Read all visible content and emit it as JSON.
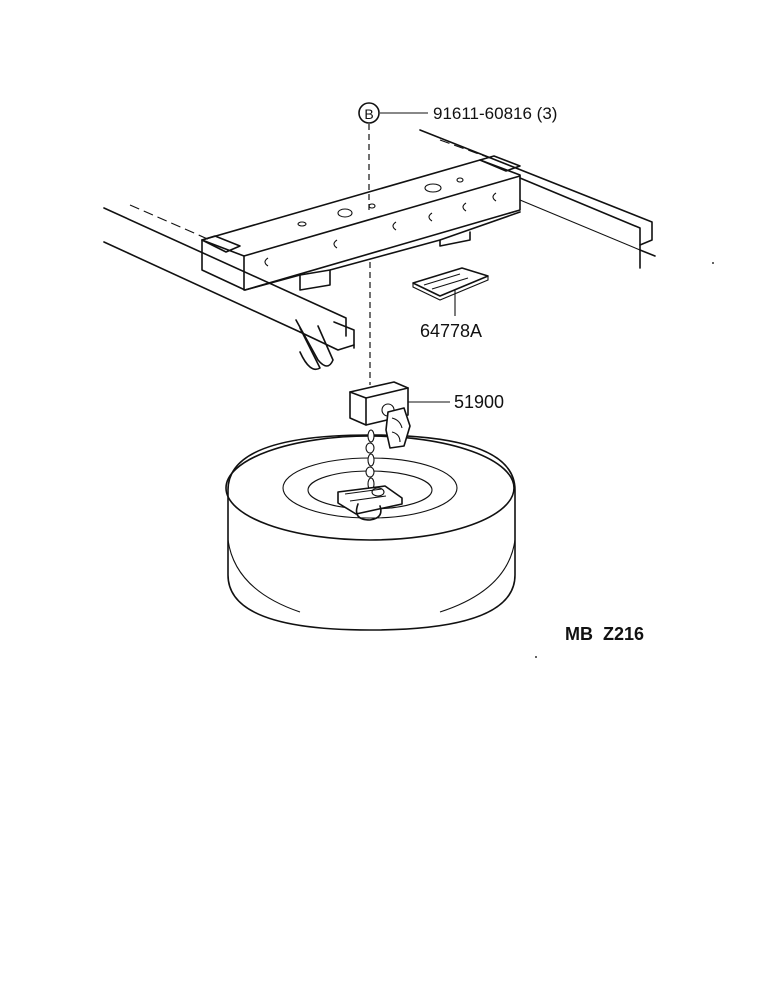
{
  "callouts": {
    "bolt_marker": "B",
    "bolt_part": "91611-60816 (3)",
    "pad_part": "64778A",
    "hoist_part": "51900"
  },
  "diagram_code": "MB  Z216"
}
